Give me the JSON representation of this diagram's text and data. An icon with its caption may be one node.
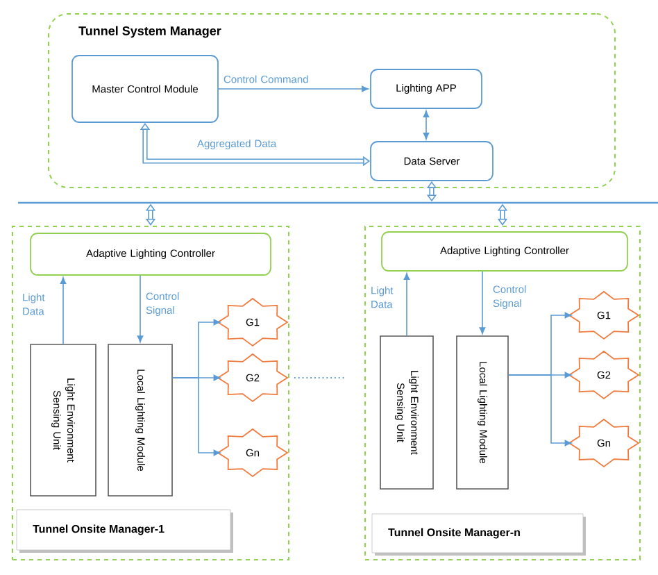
{
  "diagram": {
    "nodes": [
      {
        "text": [
          "Tunnel System Manager"
        ]
      },
      {
        "text": [
          "Master Control Module"
        ],
        "in": 0
      },
      {
        "text": [
          "Lighting APP"
        ],
        "in": 0
      },
      {
        "text": [
          "Data Server"
        ],
        "in": 0
      },
      {
        "text": [],
        "shape": "bar"
      },
      {
        "text": [
          "Tunnel Onsite Manager-1"
        ]
      },
      {
        "text": [
          "Adaptive Lighting Controller"
        ],
        "in": 5
      },
      {
        "text": [
          "Light Environment Sensing Unit"
        ],
        "in": 5
      },
      {
        "text": [
          "Local Lighting Module"
        ],
        "in": 5
      },
      {
        "text": [
          "G1"
        ],
        "in": 5
      },
      {
        "text": [
          "G2"
        ],
        "in": 5
      },
      {
        "text": [
          "Gn"
        ],
        "in": 5
      },
      {
        "text": [
          "Tunnel Onsite Manager-n"
        ]
      },
      {
        "text": [
          "Adaptive Lighting Controller"
        ],
        "in": 12
      },
      {
        "text": [
          "Light Environment Sensing Unit"
        ],
        "in": 12
      },
      {
        "text": [
          "Local Lighting Module"
        ],
        "in": 12
      },
      {
        "text": [
          "G1"
        ],
        "in": 12
      },
      {
        "text": [
          "G2"
        ],
        "in": 12
      },
      {
        "text": [
          "Gn"
        ],
        "in": 12
      }
    ],
    "edges": [
      {
        "from": 1,
        "to": 2,
        "arrow": "to",
        "label": "Control Command"
      },
      {
        "from": 2,
        "to": 3,
        "arrow": "both"
      },
      {
        "from": 3,
        "to": 1,
        "arrow": "both",
        "style": "thick",
        "label": "Aggregated Data"
      },
      {
        "from": 3,
        "to": 4,
        "arrow": "both",
        "style": "thick"
      },
      {
        "from": 4,
        "to": 5,
        "arrow": "both",
        "style": "thick"
      },
      {
        "from": 4,
        "to": 12,
        "arrow": "both",
        "style": "thick"
      },
      {
        "from": 7,
        "to": 6,
        "arrow": "to",
        "label": "Light Data"
      },
      {
        "from": 6,
        "to": 8,
        "arrow": "to",
        "label": "Control Signal"
      },
      {
        "from": 8,
        "to": 9,
        "arrow": "to"
      },
      {
        "from": 8,
        "to": 10,
        "arrow": "to"
      },
      {
        "from": 8,
        "to": 11,
        "arrow": "to"
      },
      {
        "from": 14,
        "to": 13,
        "arrow": "to",
        "label": "Light Data"
      },
      {
        "from": 13,
        "to": 15,
        "arrow": "to",
        "label": "Control Signal"
      },
      {
        "from": 15,
        "to": 16,
        "arrow": "to"
      },
      {
        "from": 15,
        "to": 17,
        "arrow": "to"
      },
      {
        "from": 15,
        "to": 18,
        "arrow": "to"
      }
    ]
  }
}
